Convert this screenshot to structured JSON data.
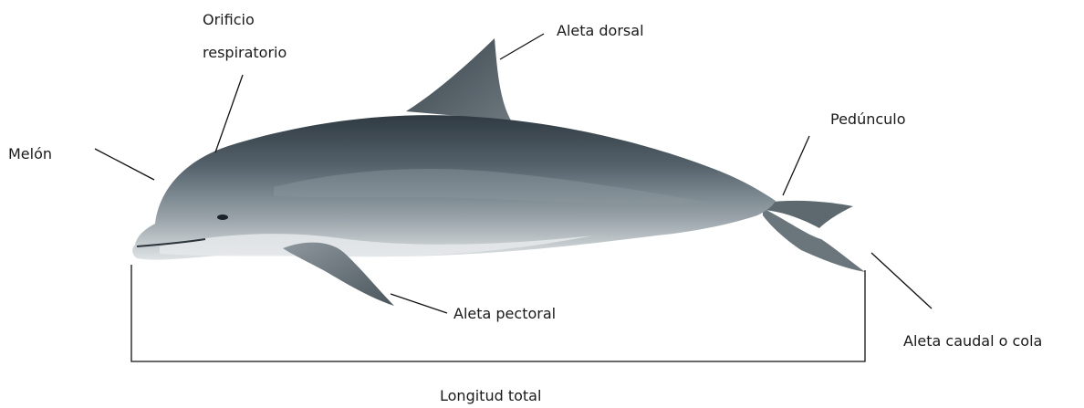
{
  "labels": {
    "melon": "Melón",
    "blowhole_line1": "Orificio",
    "blowhole_line2": "respiratorio",
    "dorsal_fin": "Aleta dorsal",
    "peduncle": "Pedúnculo",
    "pectoral_fin": "Aleta pectoral",
    "caudal_fin": "Aleta caudal o cola",
    "total_length": "Longitud total"
  },
  "colors": {
    "body_dark": "#3f4a52",
    "body_mid": "#6e7a82",
    "belly": "#d8dde0",
    "leader_line": "#111111"
  }
}
